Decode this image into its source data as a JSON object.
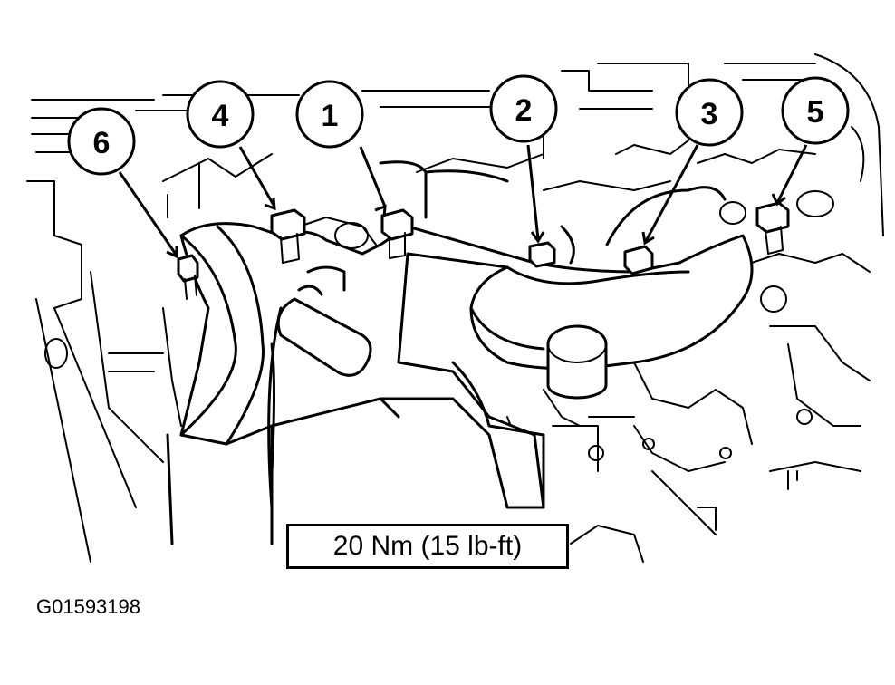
{
  "callouts": [
    {
      "id": "callout-1",
      "label": "1"
    },
    {
      "id": "callout-2",
      "label": "2"
    },
    {
      "id": "callout-3",
      "label": "3"
    },
    {
      "id": "callout-4",
      "label": "4"
    },
    {
      "id": "callout-5",
      "label": "5"
    },
    {
      "id": "callout-6",
      "label": "6"
    }
  ],
  "torque_spec": "20 Nm (15 lb-ft)",
  "figure_id": "G01593198"
}
